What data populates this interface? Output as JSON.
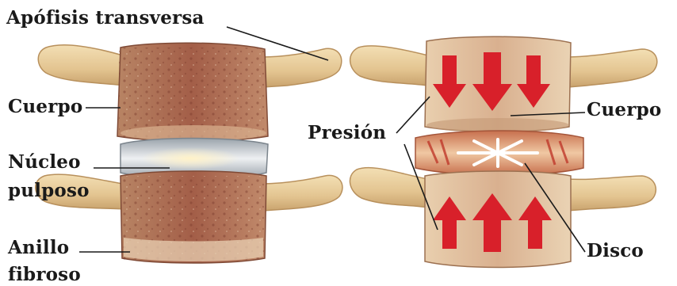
{
  "labels": {
    "apofisis": "Apófisis transversa",
    "cuerpo_left": "Cuerpo",
    "nucleo_line1": "Núcleo",
    "nucleo_line2": "pulposo",
    "anillo_line1": "Anillo",
    "anillo_line2": "fibroso",
    "presion": "Presión",
    "cuerpo_right": "Cuerpo",
    "disco": "Disco"
  },
  "colors": {
    "bone": "#e7cfa0",
    "bone_shadow": "#c9a36e",
    "vertebra_body": "#a8664e",
    "nucleus": "#cfd3d6",
    "annulus": "#d98a62",
    "arrow": "#d8202a",
    "label_text": "#1a1a1a"
  }
}
